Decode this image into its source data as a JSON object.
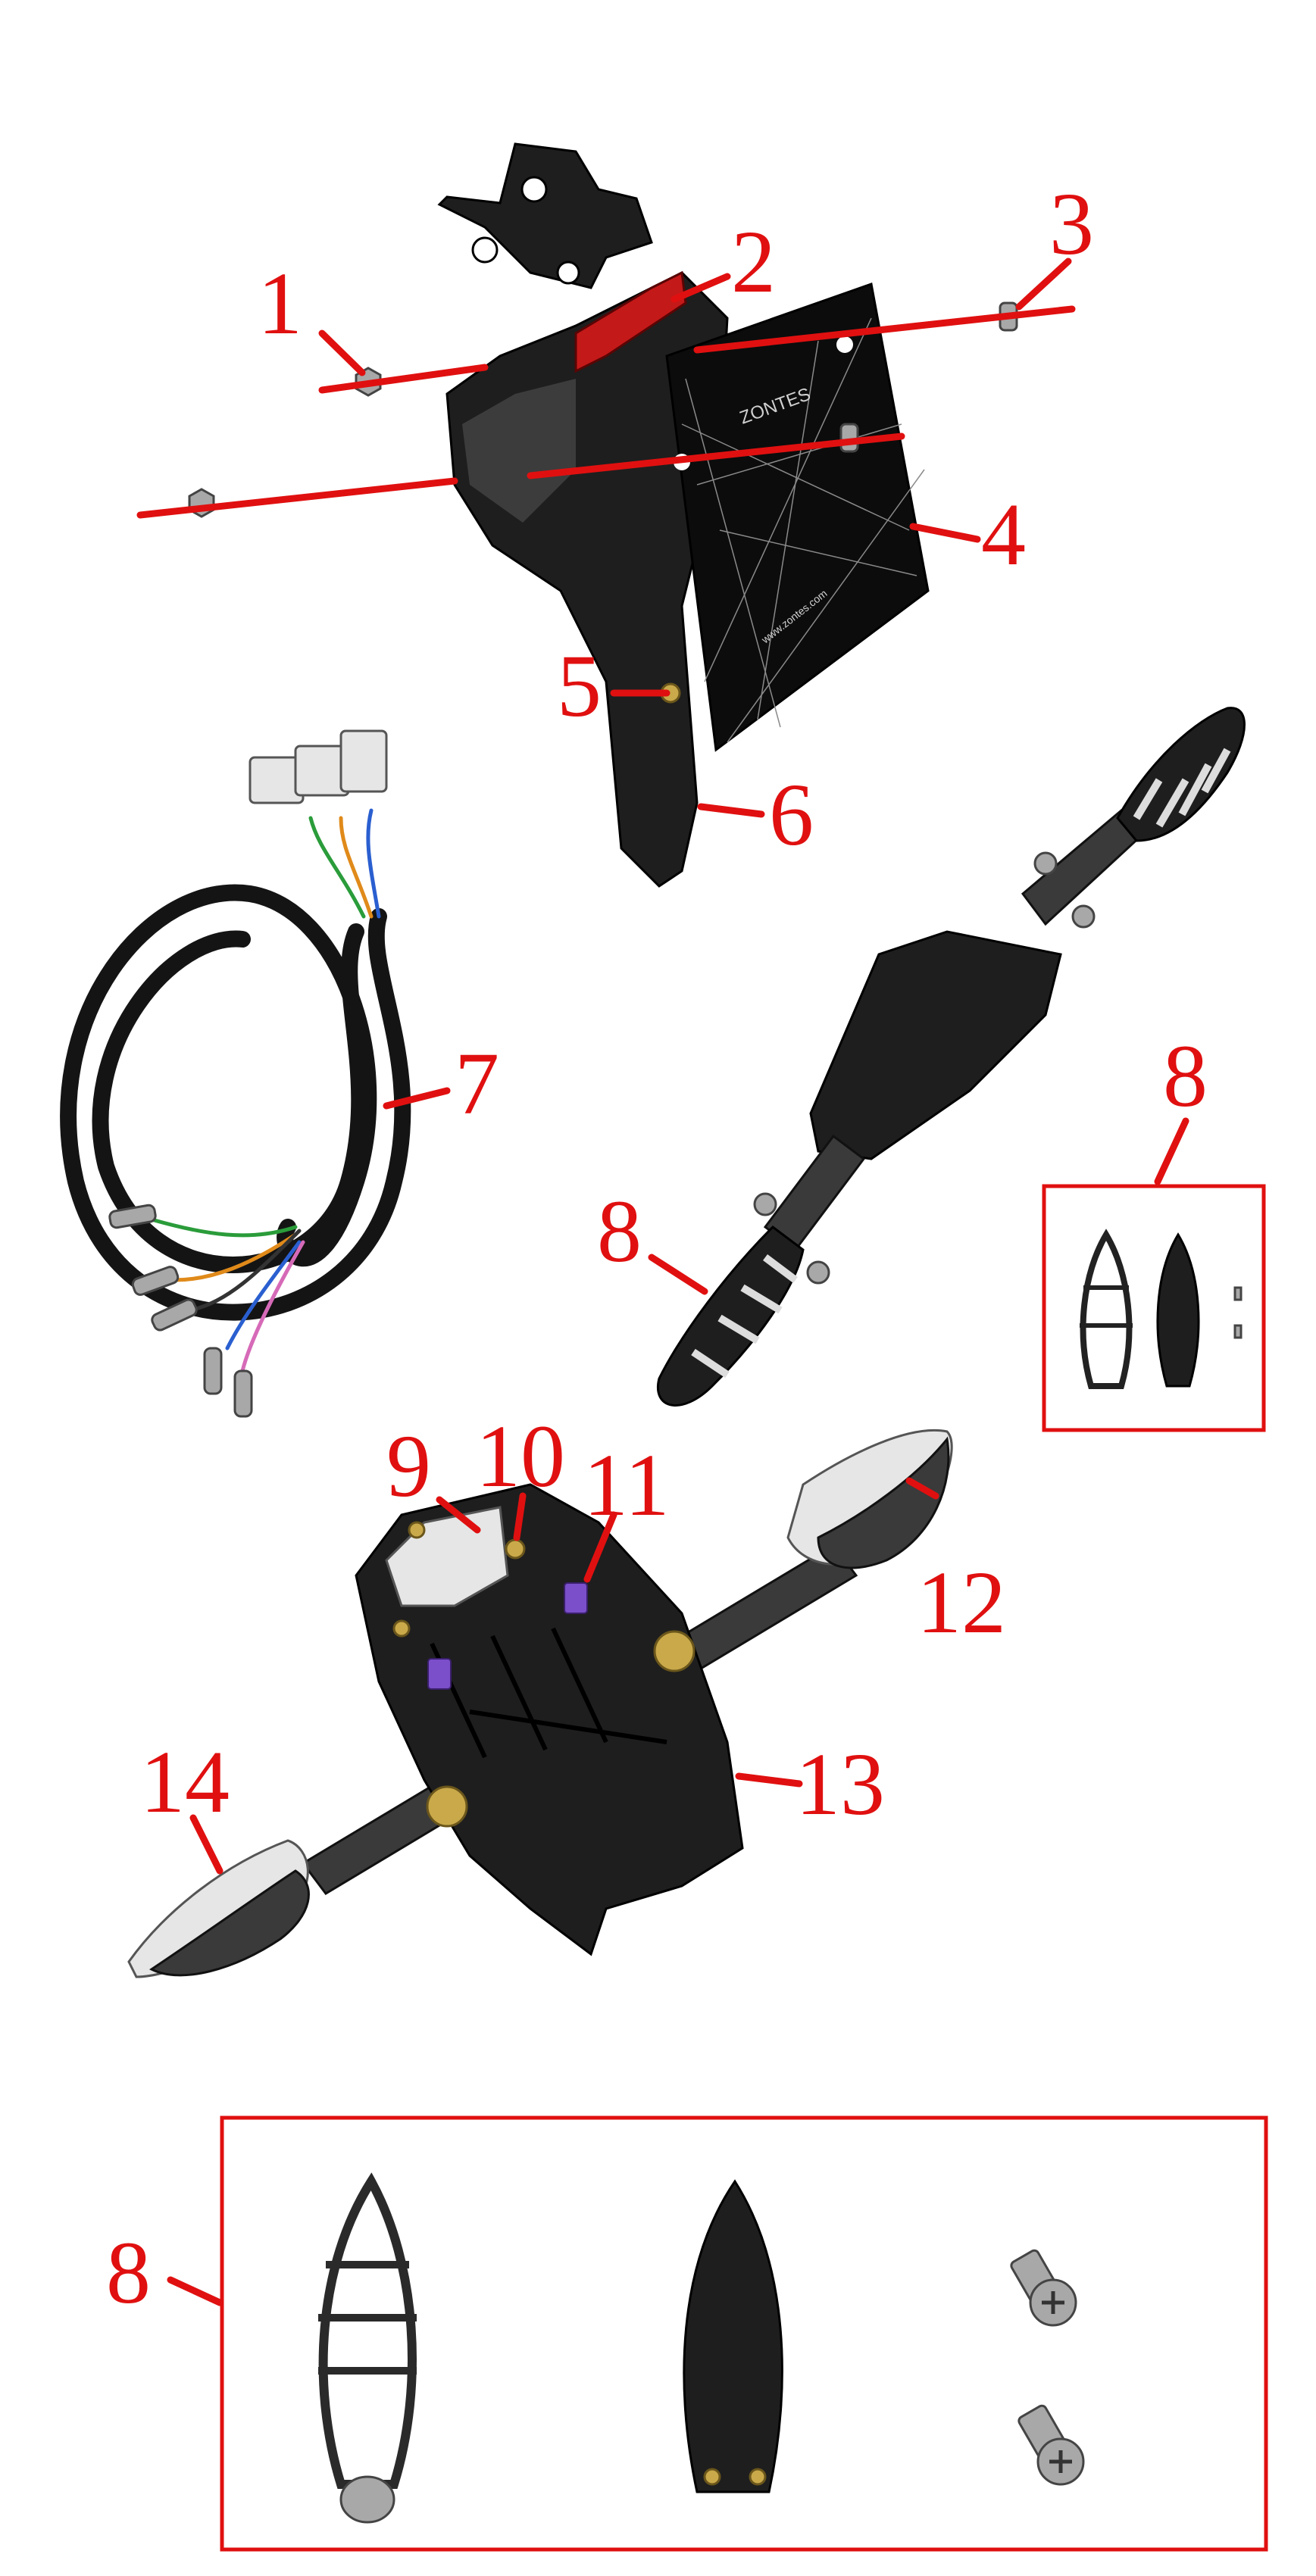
{
  "callouts": {
    "c1": "1",
    "c2": "2",
    "c3": "3",
    "c4": "4",
    "c5": "5",
    "c6": "6",
    "c7": "7",
    "c8a": "8",
    "c8b": "8",
    "c9": "9",
    "c10": "10",
    "c11": "11",
    "c12": "12",
    "c13": "13",
    "c14": "14",
    "c8c": "8"
  },
  "plate": {
    "brand": "ZONTES",
    "url": "www.zontes.com"
  },
  "colors": {
    "callout": "#e01010",
    "part": "#1e1e1e"
  }
}
